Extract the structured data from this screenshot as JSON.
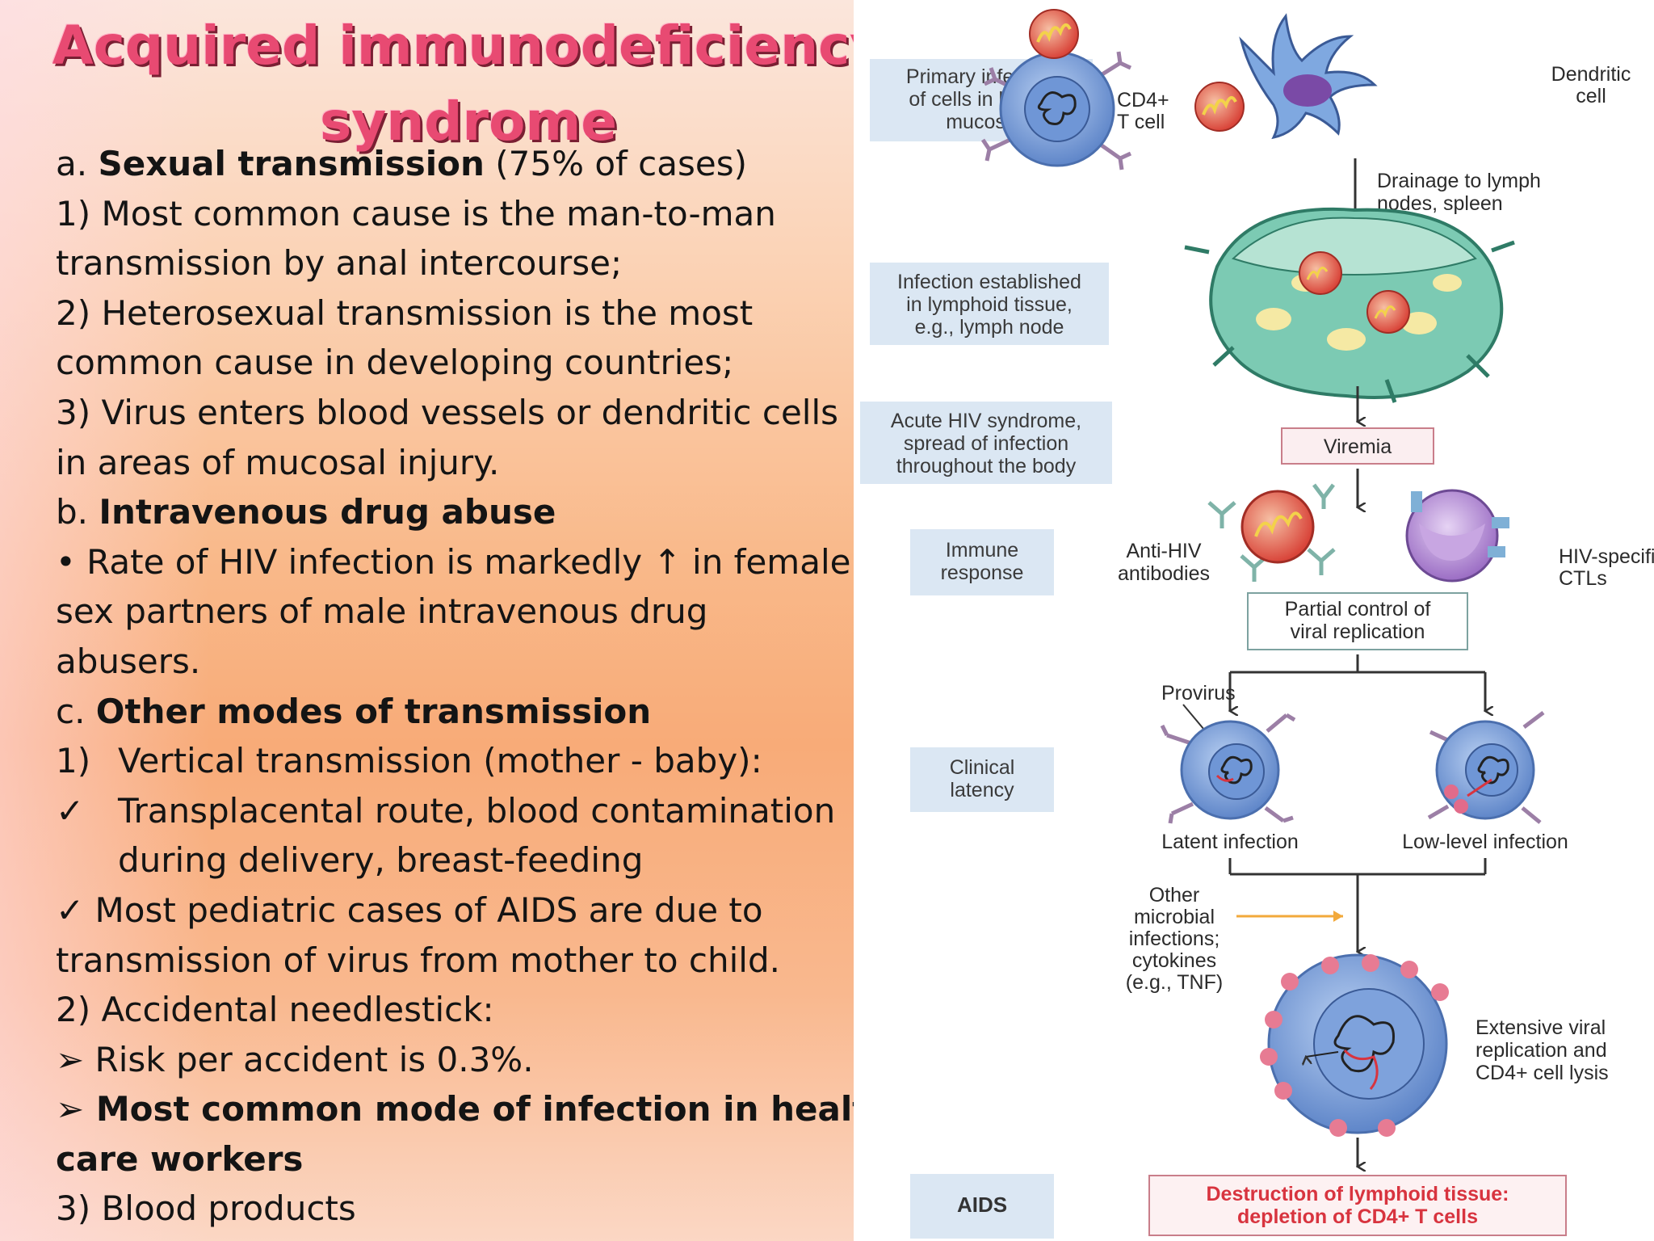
{
  "slide": {
    "title_line1": "Acquired immunodeficiency",
    "title_line2": "syndrome"
  },
  "text": {
    "l1_prefix": "a. ",
    "l1_bold": "Sexual transmission",
    "l1_rest": " (75% of cases)",
    "l2": "1) Most common cause is the man-to-man",
    "l3": "transmission by anal intercourse;",
    "l4": "2) Heterosexual transmission is the most",
    "l5": "common cause in developing countries;",
    "l6": "3) Virus enters blood vessels or dendritic cells",
    "l7": "in areas of mucosal injury.",
    "l8_prefix": "b. ",
    "l8_bold": "Intravenous drug abuse",
    "l9": "• Rate of HIV infection is markedly ↑ in female",
    "l10": "sex partners of male intravenous drug",
    "l11": "abusers.",
    "l12_prefix": "c. ",
    "l12_bold": "Other modes of transmission",
    "l13_marker": "1)",
    "l13": "Vertical transmission (mother - baby):",
    "l14_marker": "✓",
    "l14": "Transplacental route, blood contamination",
    "l15": "during delivery, breast-feeding",
    "l16_marker": "✓",
    "l16": "  Most pediatric cases of AIDS are due to",
    "l17": "transmission of virus from mother to child.",
    "l18": "2) Accidental needlestick:",
    "l19_marker": "➢",
    "l19": " Risk per accident is 0.3%.",
    "l20_marker": "➢",
    "l20_bold": " Most common mode of infection in health",
    "l21_bold": "care workers",
    "l22": "3) Blood products"
  },
  "diagram": {
    "stage_primary": [
      "Primary infection",
      "of cells in blood,",
      "mucosa"
    ],
    "stage_lymphoid": [
      "Infection established",
      "in lymphoid tissue,",
      "e.g., lymph node"
    ],
    "stage_acute": [
      "Acute HIV syndrome,",
      "spread of infection",
      "throughout the body"
    ],
    "stage_immune": [
      "Immune",
      "response"
    ],
    "stage_latency": [
      "Clinical",
      "latency"
    ],
    "stage_aids": "AIDS",
    "cd4_label": [
      "CD4+",
      "T cell"
    ],
    "dendritic_label": [
      "Dendritic",
      "cell"
    ],
    "drainage_label": [
      "Drainage to lymph",
      "nodes, spleen"
    ],
    "viremia": "Viremia",
    "antibodies_label": [
      "Anti-HIV",
      "antibodies"
    ],
    "ctl_label": [
      "HIV-specific",
      "CTLs"
    ],
    "partial_control": [
      "Partial control of",
      "viral replication"
    ],
    "provirus": "Provirus",
    "latent_infection": "Latent infection",
    "low_level_infection": "Low-level infection",
    "other_infections": [
      "Other",
      "microbial",
      "infections;",
      "cytokines",
      "(e.g., TNF)"
    ],
    "extensive_replication": [
      "Extensive viral",
      "replication and",
      "CD4+ cell lysis"
    ],
    "destruction": [
      "Destruction of lymphoid tissue:",
      "depletion of CD4+ T cells"
    ],
    "colors": {
      "stage_box": "#dbe7f3",
      "viremia_border": "#c97e8a",
      "destruction_text": "#d8343f",
      "arrow_orange": "#f2a93b",
      "cell_blue": "#6f96d6",
      "virus_red": "#d94a3b",
      "lymph_green": "#79c9b4",
      "ctl_purple": "#a57ac9"
    }
  }
}
